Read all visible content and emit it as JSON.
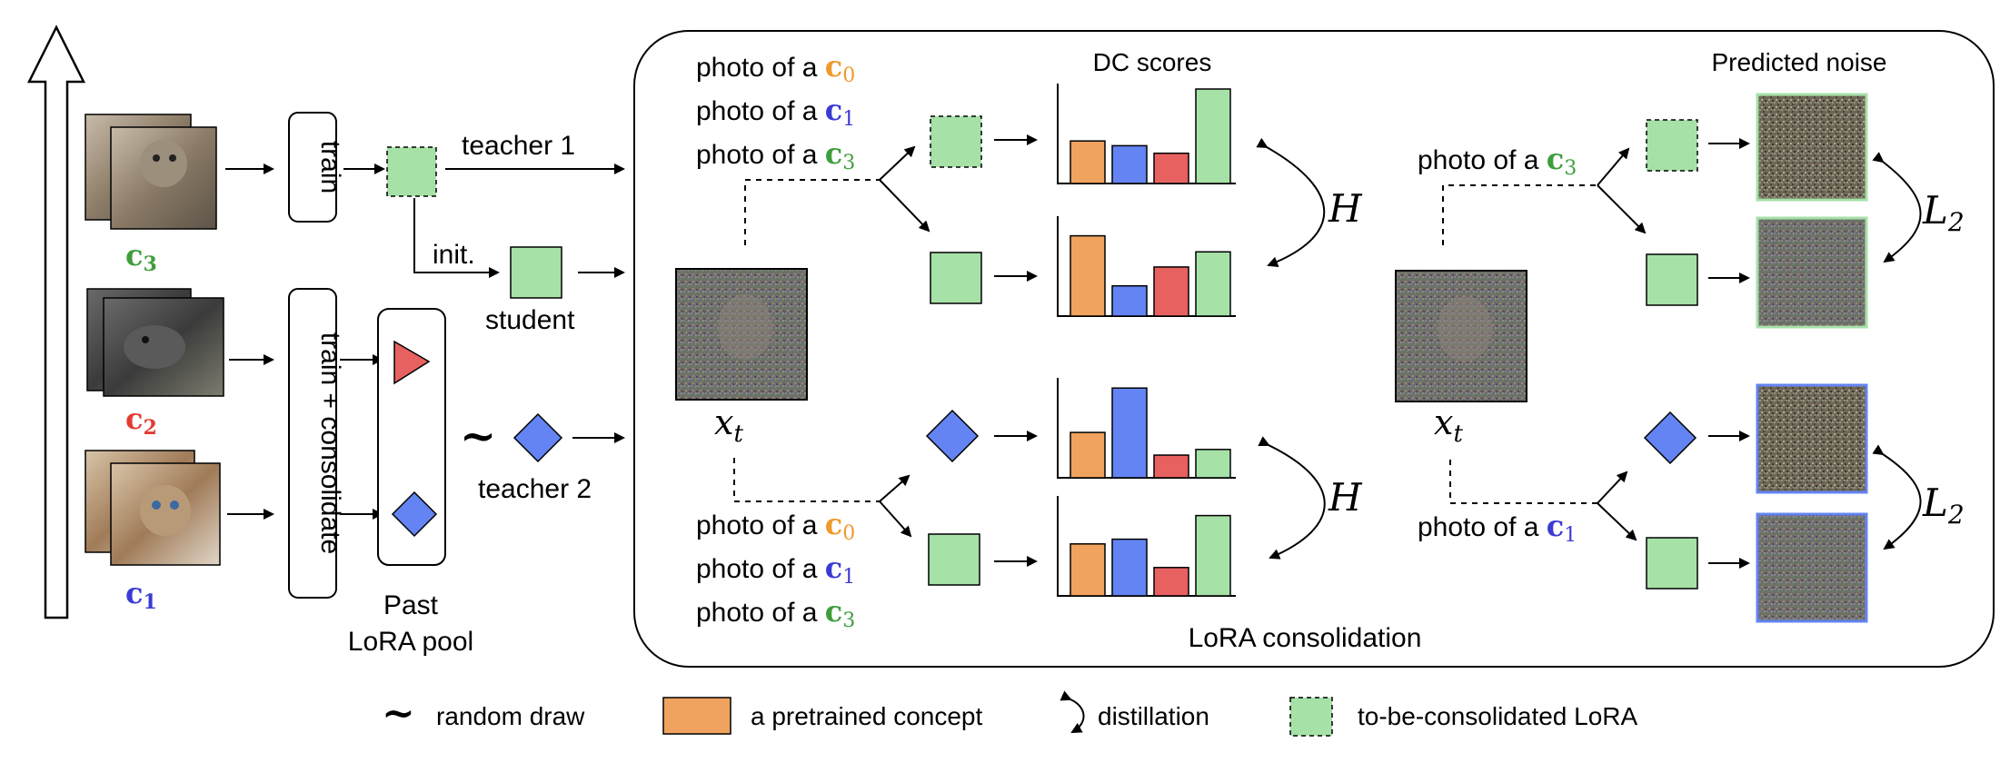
{
  "colors": {
    "orange": "#f0a35f",
    "blue": "#6384f2",
    "red": "#e86161",
    "green": "#a6e1a8",
    "c_green": "#3f9e3c",
    "c_red": "#e33b33",
    "c_blue": "#3b3bd4",
    "c_orange": "#ee9a2c"
  },
  "labels": {
    "c3": "c",
    "c3_sub": "3",
    "c2": "c",
    "c2_sub": "2",
    "c1": "c",
    "c1_sub": "1",
    "train": "train",
    "train_consolidate": "train + consolidate",
    "teacher1": "teacher 1",
    "init": "init.",
    "student": "student",
    "teacher2": "teacher 2",
    "tilde": "~",
    "past_pool_1": "Past",
    "past_pool_2": "LoRA pool",
    "dc_scores": "DC scores",
    "predicted_noise": "Predicted noise",
    "lora_consolidation": "LoRA consolidation",
    "xt": "x",
    "xt_sub": "t",
    "H": "H",
    "L2": "L",
    "L2_sub": "2",
    "photo_of_a": "photo of a",
    "c": "c",
    "s0": "0",
    "s1": "1",
    "s3": "3"
  },
  "legend": {
    "random_draw": "random draw",
    "pretrained_concept": "a pretrained concept",
    "distillation": "distillation",
    "tbc_lora": "to-be-consolidated LoRA"
  },
  "chart_data": [
    {
      "type": "bar",
      "name": "top-teacher",
      "values": [
        0.45,
        0.4,
        0.32,
        1.0
      ]
    },
    {
      "type": "bar",
      "name": "top-student",
      "values": [
        0.85,
        0.32,
        0.52,
        0.68
      ]
    },
    {
      "type": "bar",
      "name": "bottom-teacher",
      "values": [
        0.48,
        0.95,
        0.24,
        0.3
      ]
    },
    {
      "type": "bar",
      "name": "bottom-student",
      "values": [
        0.55,
        0.6,
        0.3,
        0.85
      ]
    }
  ]
}
